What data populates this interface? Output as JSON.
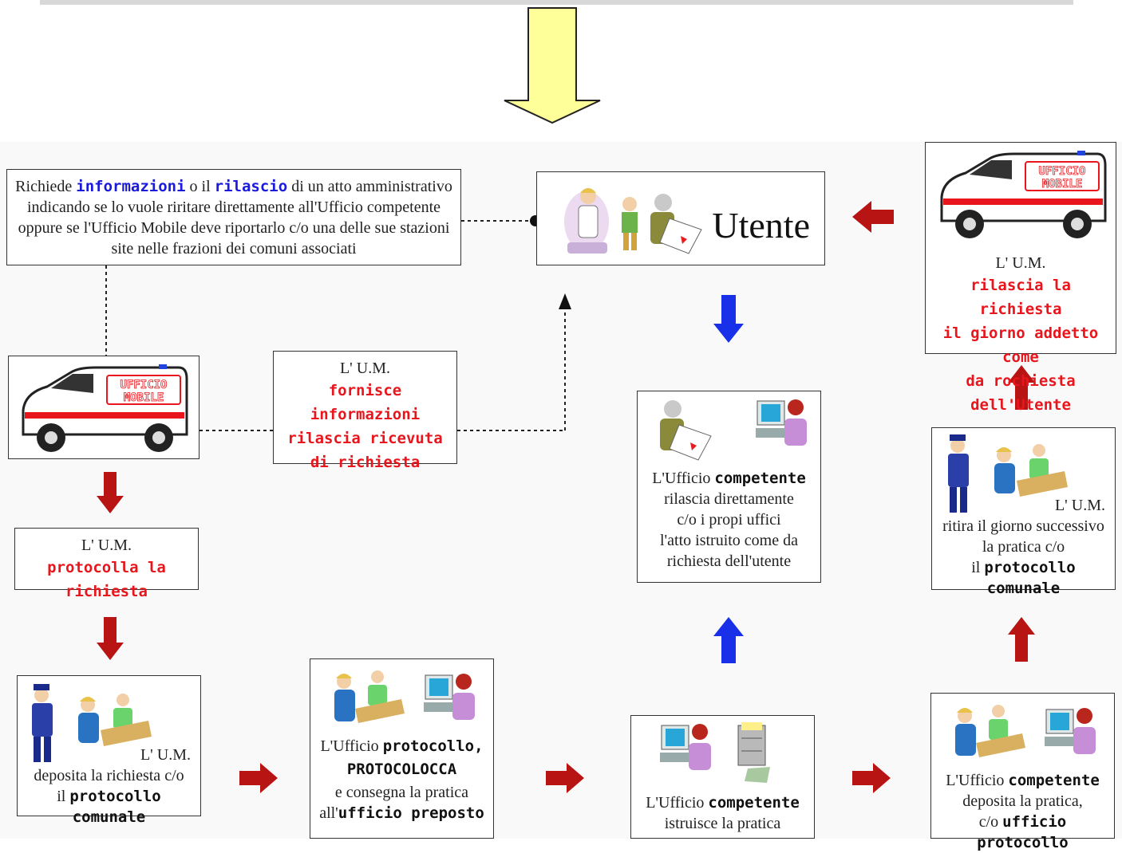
{
  "colors": {
    "highlight_blue": "#1a1adc",
    "highlight_red": "#e8161c",
    "arrow_red": "#b81414",
    "arrow_blue": "#1830e8",
    "arrow_yellow": "#ffff99"
  },
  "request_box": {
    "l1_pre": "Richiede",
    "l1_info": "informazioni",
    "l1_mid": "o il",
    "l1_ril": "rilascio",
    "l1_post": "di un atto amministrativo",
    "l2": "indicando se lo vuole riritare direttamente all'Ufficio competente",
    "l3": "oppure se l'Ufficio Mobile deve riportarlo c/o una delle sue stazioni",
    "l4": "site nelle frazioni dei comuni associati"
  },
  "utente_box": {
    "label": "Utente"
  },
  "um_info_box": {
    "l1": "L' U.M.",
    "l2": "fornisce informazioni",
    "l3": "rilascia ricevuta",
    "l4": "di richiesta"
  },
  "van_sign": {
    "l1": "UFFICIO",
    "l2": "MOBILE"
  },
  "protocolla_box": {
    "l1": "L' U.M.",
    "l2": "protocolla la richiesta"
  },
  "deposita_box": {
    "l1": "L' U.M.",
    "l2": "deposita la richiesta c/o",
    "l3_pre": "il",
    "l3_hl": "protocollo comunale"
  },
  "protocollo_box": {
    "l1_pre": "L'Ufficio",
    "l1_hl": "protocollo,",
    "l2": "PROTOCOLOCCA",
    "l3": "e consegna la pratica",
    "l4_pre": "all'",
    "l4_hl": "ufficio preposto"
  },
  "istruisce_box": {
    "l1_pre": "L'Ufficio",
    "l1_hl": "competente",
    "l2": "istruisce la pratica"
  },
  "deposita_pratica_box": {
    "l1_pre": "L'Ufficio",
    "l1_hl": "competente",
    "l2": "deposita la pratica,",
    "l3_pre": "c/o",
    "l3_hl": "ufficio protocollo"
  },
  "rilascia_direct_box": {
    "l1_pre": "L'Ufficio",
    "l1_hl": "competente",
    "l2": "rilascia direttamente",
    "l3": "c/o i propi uffici",
    "l4": "l'atto istruito come da",
    "l5": "richiesta dell'utente"
  },
  "ritira_box": {
    "l1": "L' U.M.",
    "l2": "ritira il giorno successivo",
    "l3": "la pratica c/o",
    "l4_pre": "il",
    "l4_hl": "protocollo comunale"
  },
  "um_rilascia_box": {
    "l1": "L' U.M.",
    "l2": "rilascia la richiesta",
    "l3": "il giorno addetto come",
    "l4": "da rochiesta dell'Utente"
  }
}
